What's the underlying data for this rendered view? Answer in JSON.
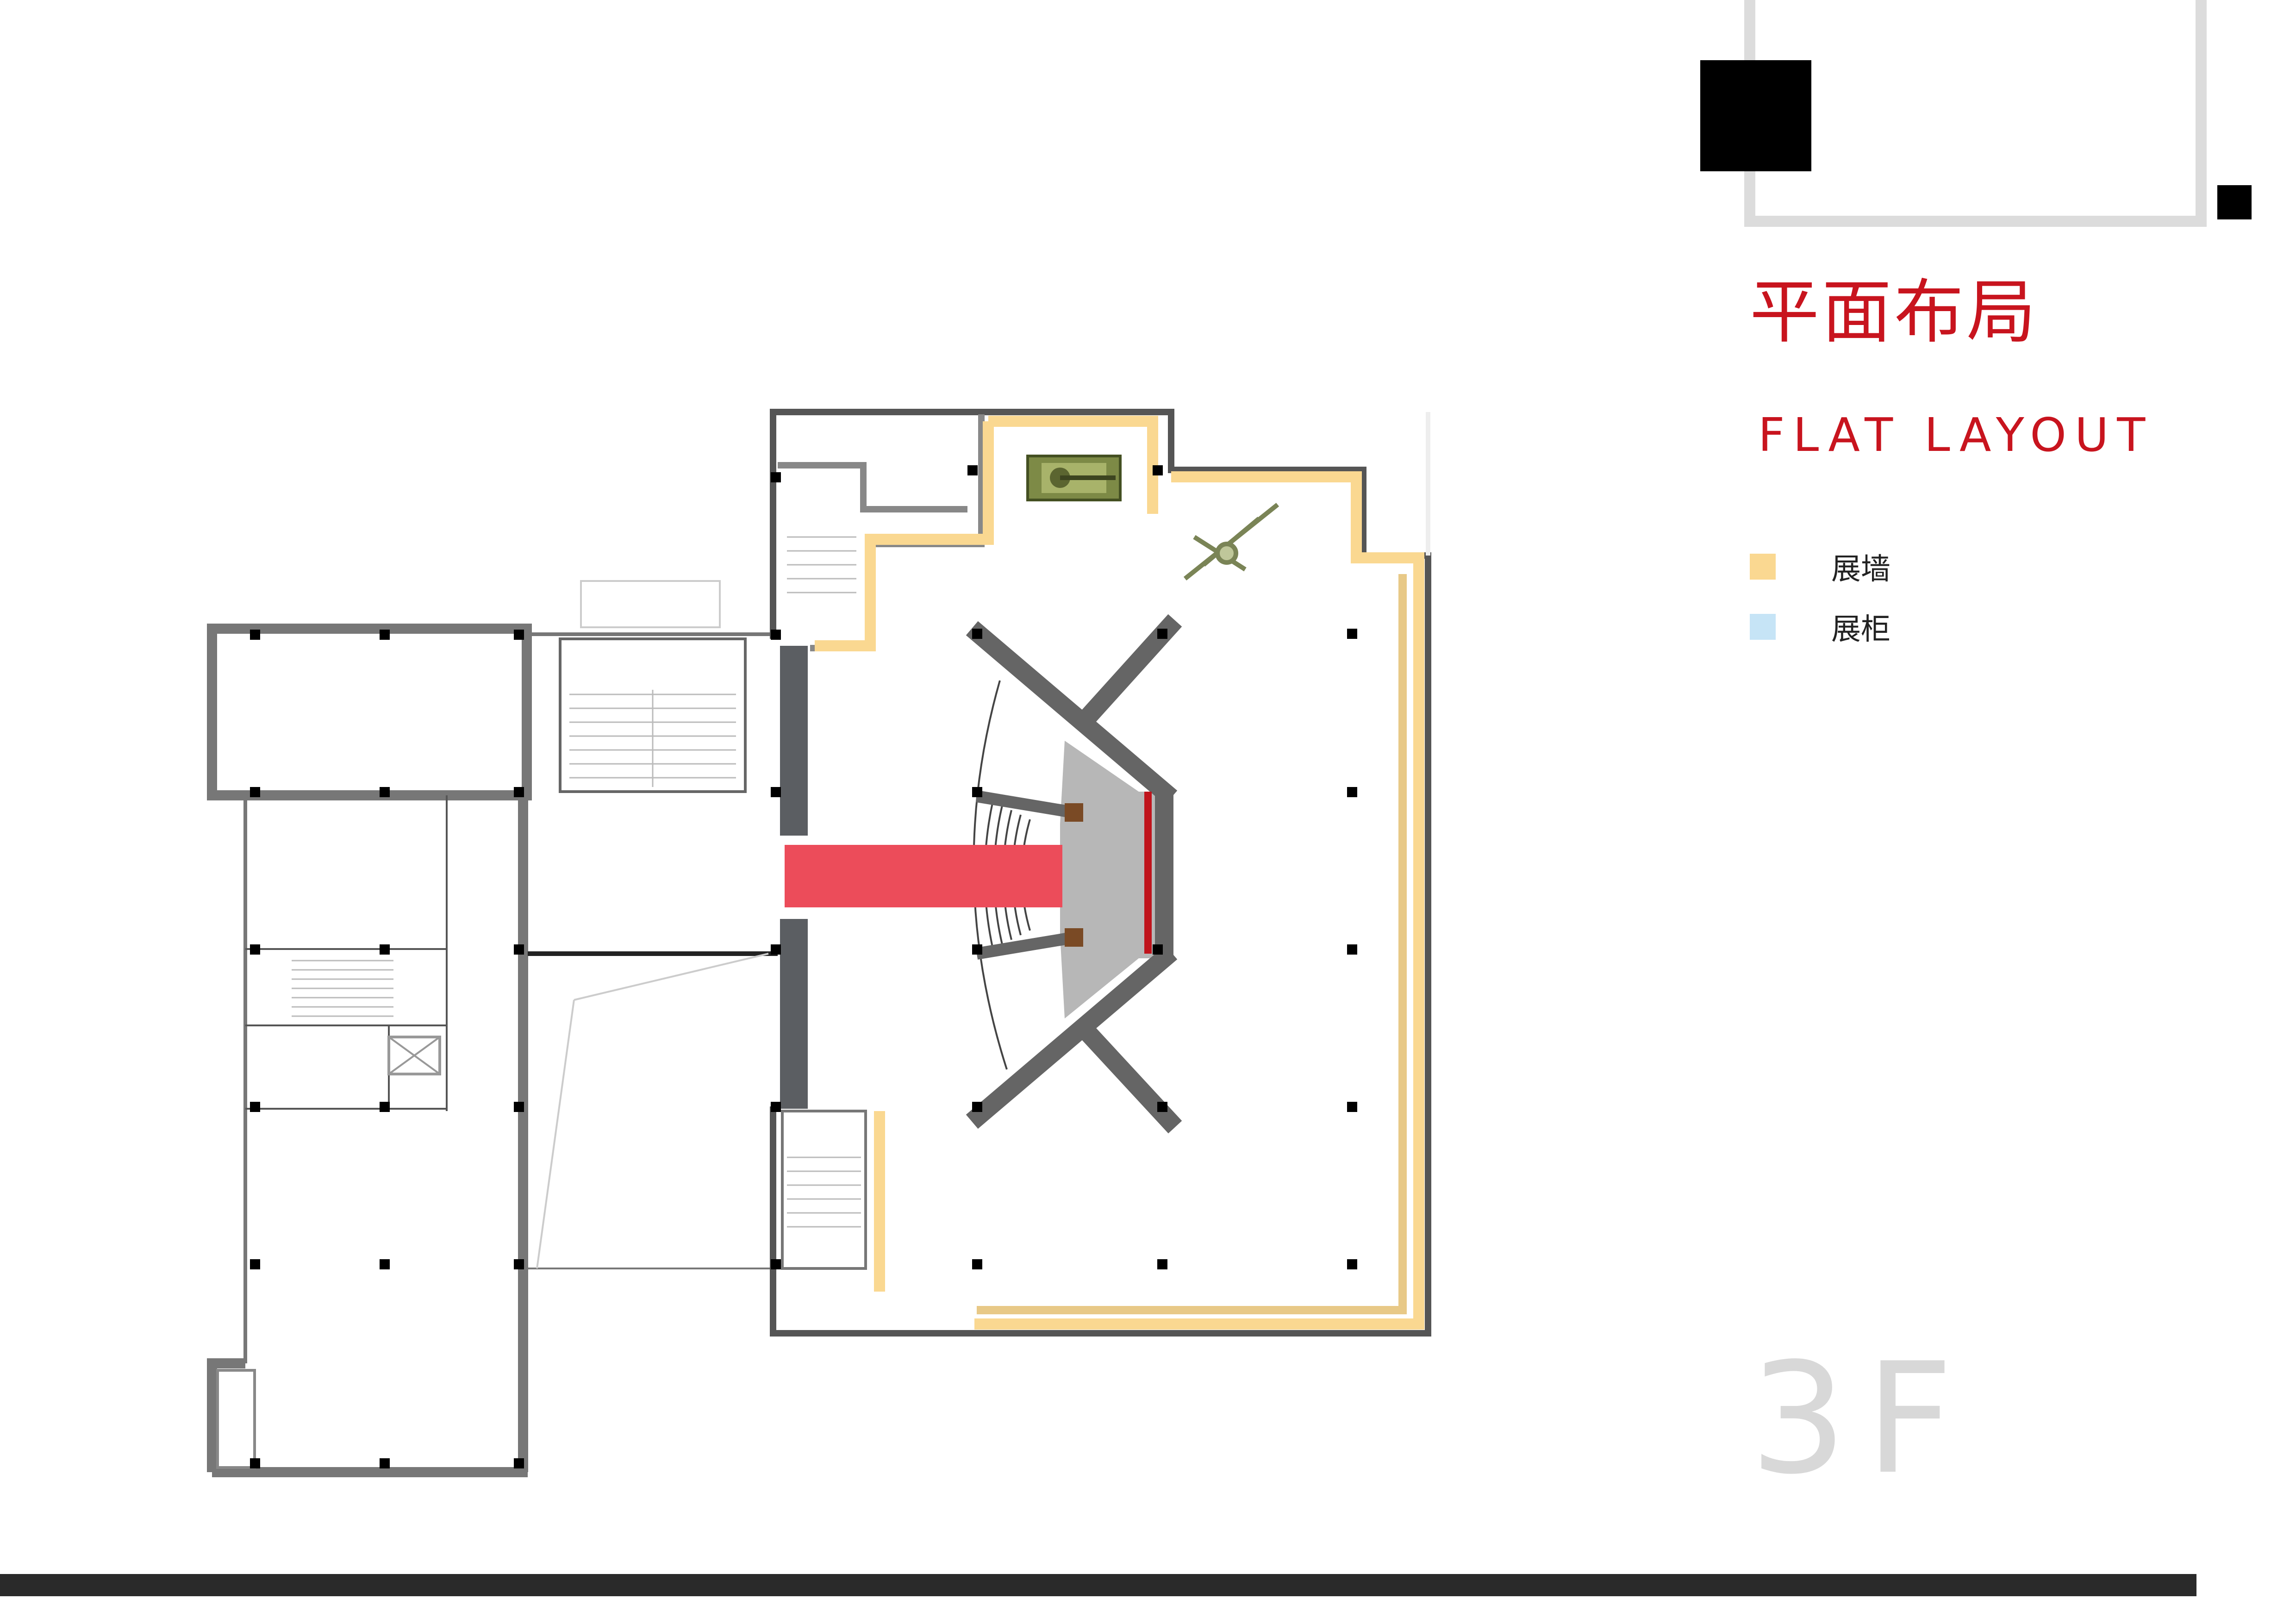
{
  "header": {
    "title_cn": "平面布局",
    "title_en": "FLAT LAYOUT"
  },
  "legend": [
    {
      "label": "展墙",
      "color": "#fad891"
    },
    {
      "label": "展柜",
      "color": "#c6e4f6"
    }
  ],
  "floor": "3F",
  "colors": {
    "accent_red": "#c8141e",
    "carpet_red": "#ec4c5a",
    "wall_dark": "#5b5e62",
    "display_wall": "#fad891",
    "stage_gray": "#b7b7b7",
    "column_black": "#000000",
    "floor_label_gray": "#d8d8d8"
  },
  "icons": [
    "tank-exhibit-icon",
    "artillery-exhibit-icon"
  ]
}
